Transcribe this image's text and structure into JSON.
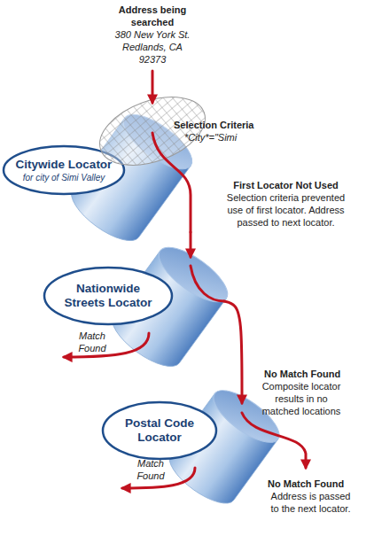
{
  "diagram": {
    "nodes": [
      {
        "text": [
          "Citywide Locator",
          "for city of Simi Valley"
        ]
      },
      {
        "text": [
          "Nationwide Streets Locator"
        ]
      },
      {
        "text": [
          "Postal Code Locator"
        ]
      }
    ],
    "edges": [
      {
        "from": 0,
        "to": 1,
        "arrow": "to"
      },
      {
        "from": 1,
        "to": 2,
        "arrow": "to"
      }
    ],
    "labels": [
      "Address being searched",
      "380 New York St. Redlands, CA 92373",
      "Selection Criteria",
      "*City*=\"Simi",
      "First Locator Not Used",
      "Selection criteria prevented use of first locator. Address passed to next locator.",
      "Match Found",
      "No Match Found",
      "Composite locator results in no matched locations",
      "Match Found",
      "No Match Found",
      "Address is passed to the next locator."
    ]
  }
}
